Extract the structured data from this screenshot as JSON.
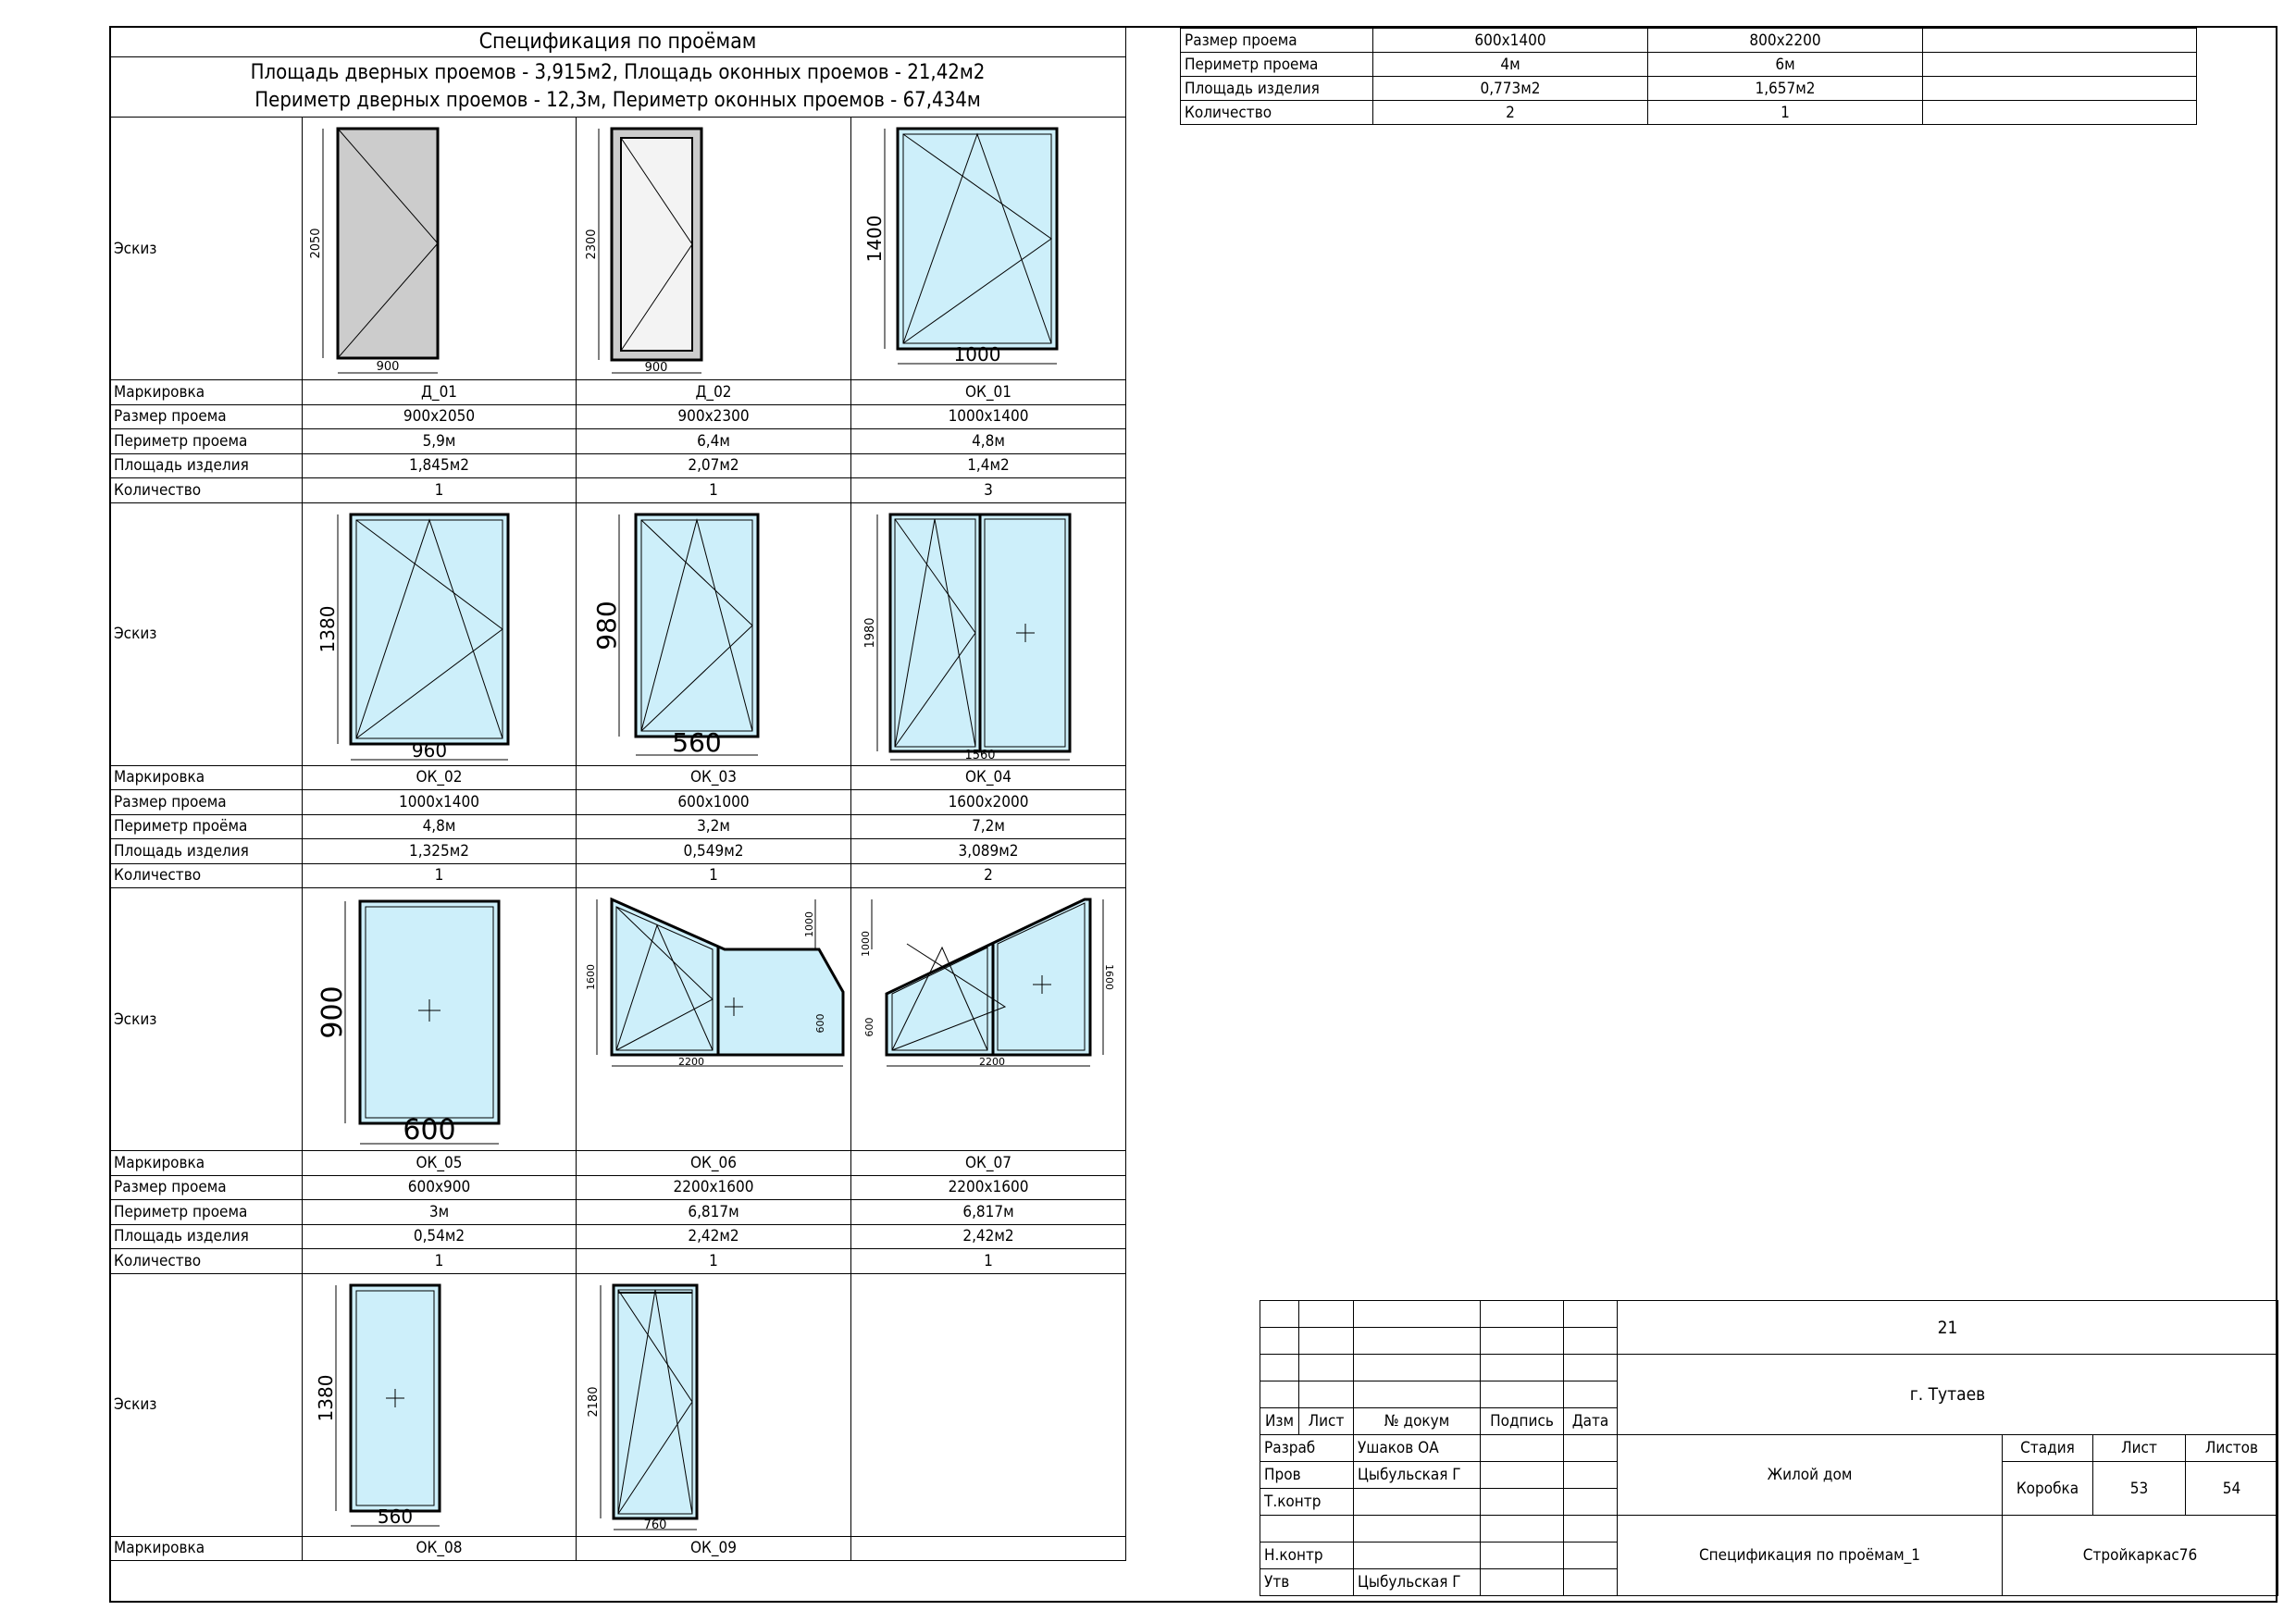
{
  "spec": {
    "title": "Спецификация по проёмам",
    "summary_line1": "Площадь дверных проемов - 3,915м2, Площадь оконных проемов - 21,42м2",
    "summary_line2": "Периметр дверных проемов - 12,3м, Периметр оконных проемов - 67,434м",
    "labels": {
      "sketch": "Эскиз",
      "mark": "Маркировка",
      "size": "Размер проема",
      "perimeter": "Периметр проема",
      "perimeter_alt": "Периметр проёма",
      "area": "Площадь изделия",
      "qty": "Количество"
    },
    "groups": [
      {
        "items": [
          {
            "mark": "Д_01",
            "size": "900x2050",
            "perimeter": "5,9м",
            "area": "1,845м2",
            "qty": "1",
            "dims": [
              "2050",
              "900"
            ]
          },
          {
            "mark": "Д_02",
            "size": "900x2300",
            "perimeter": "6,4м",
            "area": "2,07м2",
            "qty": "1",
            "dims": [
              "2300",
              "900"
            ]
          },
          {
            "mark": "ОК_01",
            "size": "1000x1400",
            "perimeter": "4,8м",
            "area": "1,4м2",
            "qty": "3",
            "dims": [
              "1400",
              "1000"
            ]
          }
        ]
      },
      {
        "items": [
          {
            "mark": "ОК_02",
            "size": "1000x1400",
            "perimeter": "4,8м",
            "area": "1,325м2",
            "qty": "1",
            "dims": [
              "1380",
              "960"
            ]
          },
          {
            "mark": "ОК_03",
            "size": "600x1000",
            "perimeter": "3,2м",
            "area": "0,549м2",
            "qty": "1",
            "dims": [
              "980",
              "560"
            ]
          },
          {
            "mark": "ОК_04",
            "size": "1600x2000",
            "perimeter": "7,2м",
            "area": "3,089м2",
            "qty": "2",
            "dims": [
              "1980",
              "1560"
            ]
          }
        ]
      },
      {
        "items": [
          {
            "mark": "ОК_05",
            "size": "600x900",
            "perimeter": "3м",
            "area": "0,54м2",
            "qty": "1",
            "dims": [
              "900",
              "600"
            ]
          },
          {
            "mark": "ОК_06",
            "size": "2200x1600",
            "perimeter": "6,817м",
            "area": "2,42м2",
            "qty": "1",
            "dims": [
              "1600",
              "1000",
              "600",
              "2200"
            ]
          },
          {
            "mark": "ОК_07",
            "size": "2200x1600",
            "perimeter": "6,817м",
            "area": "2,42м2",
            "qty": "1",
            "dims": [
              "1000",
              "1600",
              "600",
              "2200"
            ]
          }
        ]
      },
      {
        "items": [
          {
            "mark": "ОК_08",
            "dims": [
              "1380",
              "560"
            ]
          },
          {
            "mark": "ОК_09",
            "dims": [
              "2180",
              "760"
            ]
          },
          {
            "mark": ""
          }
        ]
      }
    ]
  },
  "continuation": {
    "rows": [
      {
        "label": "Размер проема",
        "values": [
          "600x1400",
          "800x2200",
          ""
        ]
      },
      {
        "label": "Периметр проема",
        "values": [
          "4м",
          "6м",
          ""
        ]
      },
      {
        "label": "Площадь изделия",
        "values": [
          "0,773м2",
          "1,657м2",
          ""
        ]
      },
      {
        "label": "Количество",
        "values": [
          "2",
          "1",
          ""
        ]
      }
    ]
  },
  "stamp": {
    "project_code": "21",
    "city": "г. Тутаев",
    "headers": {
      "izm": "Изм",
      "list": "Лист",
      "doc": "№ докум",
      "sign": "Подпись",
      "date": "Дата"
    },
    "roles": {
      "razrab": "Разраб",
      "prov": "Пров",
      "tkontr": "Т.контр",
      "nkontr": "Н.контр",
      "utv": "Утв"
    },
    "names": {
      "razrab": "Ушаков ОА",
      "prov": "Цыбульская Г",
      "utv": "Цыбульская Г"
    },
    "object": "Жилой дом",
    "sheet_title": "Спецификация по проёмам_1",
    "stage_label": "Стадия",
    "sheet_label": "Лист",
    "sheets_label": "Листов",
    "stage": "Коробка",
    "sheet": "53",
    "sheets": "54",
    "company": "Стройкаркас76"
  },
  "colors": {
    "glass": "#cdeffa",
    "door_solid": "#cccccc",
    "door_light": "#f3f3f3",
    "frame": "#000000"
  }
}
